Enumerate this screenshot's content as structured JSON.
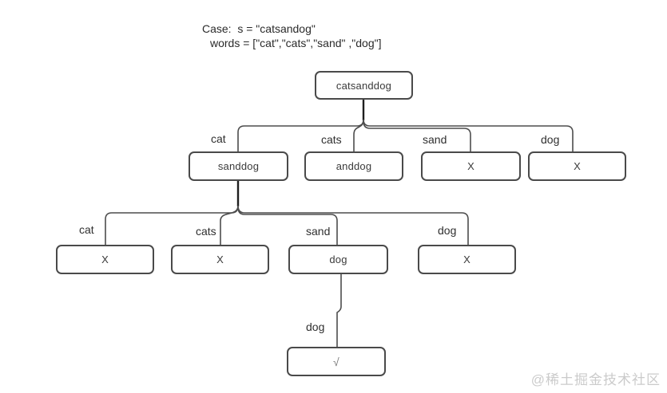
{
  "header": {
    "line1": "Case:  s = \"catsandog\"",
    "line2": "words = [\"cat\",\"cats\",\"sand\" ,\"dog\"]"
  },
  "tree": {
    "root": "catsanddog",
    "level2": [
      {
        "edge": "cat",
        "node": "sanddog"
      },
      {
        "edge": "cats",
        "node": "anddog"
      },
      {
        "edge": "sand",
        "node": "X"
      },
      {
        "edge": "dog",
        "node": "X"
      }
    ],
    "level3": [
      {
        "edge": "cat",
        "node": "X"
      },
      {
        "edge": "cats",
        "node": "X"
      },
      {
        "edge": "sand",
        "node": "dog"
      },
      {
        "edge": "dog",
        "node": "X"
      }
    ],
    "level4": [
      {
        "edge": "dog",
        "node": "√"
      }
    ]
  },
  "watermark": "@稀土掘金技术社区",
  "colors": {
    "line": "#4d4d4d",
    "text": "#333333",
    "watermark": "#cbcbcb"
  }
}
